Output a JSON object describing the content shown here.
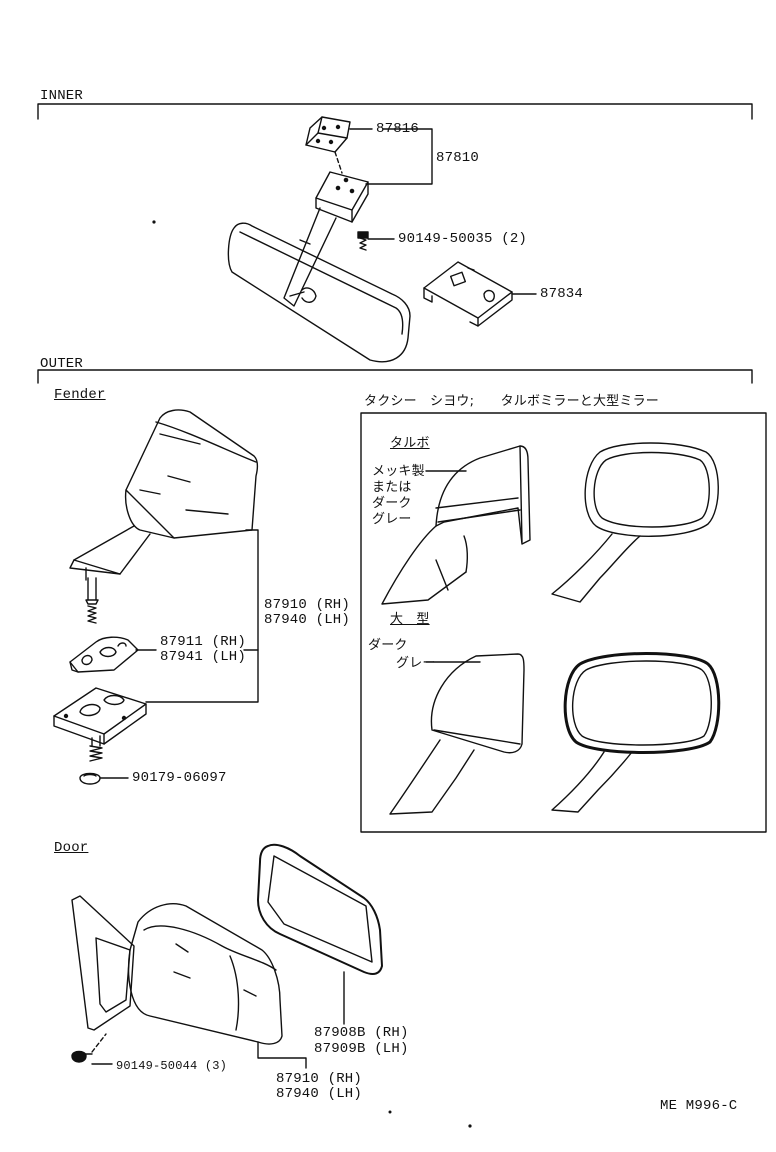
{
  "sections": {
    "inner": "INNER",
    "outer": "OUTER",
    "fender": "Fender",
    "door": "Door"
  },
  "inner_parts": {
    "p87816": "87816",
    "p87810": "87810",
    "bolt": "90149-50035 (2)",
    "p87834": "87834"
  },
  "fender_parts": {
    "mirror_rh": "87910 (RH)",
    "mirror_lh": "87940 (LH)",
    "gasket_rh": "87911 (RH)",
    "gasket_lh": "87941 (LH)",
    "nut": "90179-06097"
  },
  "taxi_box": {
    "title": "タクシー　シヨウ;　　タルボミラーと大型ミラー",
    "talbo": "タルボ",
    "talbo_note_1": "メッキ製",
    "talbo_note_2": "または",
    "talbo_note_3": "ダーク",
    "talbo_note_4": "グレー",
    "large": "大　型",
    "large_note_1": "ダーク",
    "large_note_2": "グレー"
  },
  "door_parts": {
    "glass_rh": "87908B (RH)",
    "glass_lh": "87909B (LH)",
    "bolt": "90149-50044 (3)",
    "mirror_rh": "87910 (RH)",
    "mirror_lh": "87940 (LH)"
  },
  "footer": {
    "code": "ME  M996-C"
  }
}
